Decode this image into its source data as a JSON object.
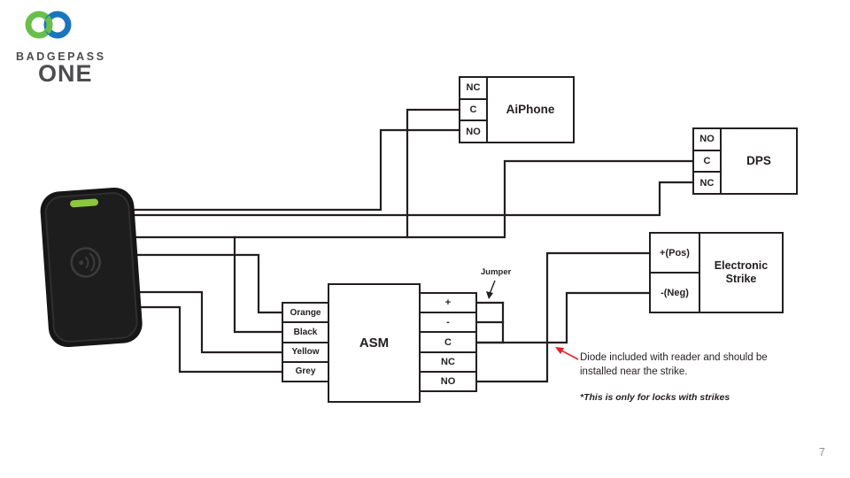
{
  "logo": {
    "brand": "BADGEPASS",
    "product": "ONE"
  },
  "colors": {
    "brand_green": "#6abf4b",
    "brand_blue": "#1b75bc",
    "led_green": "#8dc63f",
    "wire_green": "#6abf4b",
    "wire_blue": "#1b75bc",
    "wire_orange": "#f7941d",
    "wire_yellow": "#f4e61a",
    "wire_grey": "#c9cacb",
    "wire_black": "#231f20",
    "wire_red": "#ed1c24"
  },
  "boxes": {
    "aiphone": {
      "label": "AiPhone",
      "terminals": [
        "NC",
        "C",
        "NO"
      ]
    },
    "dps": {
      "label": "DPS",
      "terminals": [
        "NO",
        "C",
        "NC"
      ]
    },
    "strike": {
      "label": "Electronic Strike",
      "terminals": [
        "+(Pos)",
        "-(Neg)"
      ]
    },
    "asm": {
      "label": "ASM",
      "left_terminals": [
        "Orange",
        "Black",
        "Yellow",
        "Grey"
      ],
      "right_terminals": [
        "+",
        "-",
        "C",
        "NC",
        "NO"
      ]
    }
  },
  "annotations": {
    "jumper_label": "Jumper",
    "diode_note": "Diode included with reader and should be installed near the strike.",
    "strike_note": "*This is only for locks with strikes"
  },
  "page_number": "7"
}
